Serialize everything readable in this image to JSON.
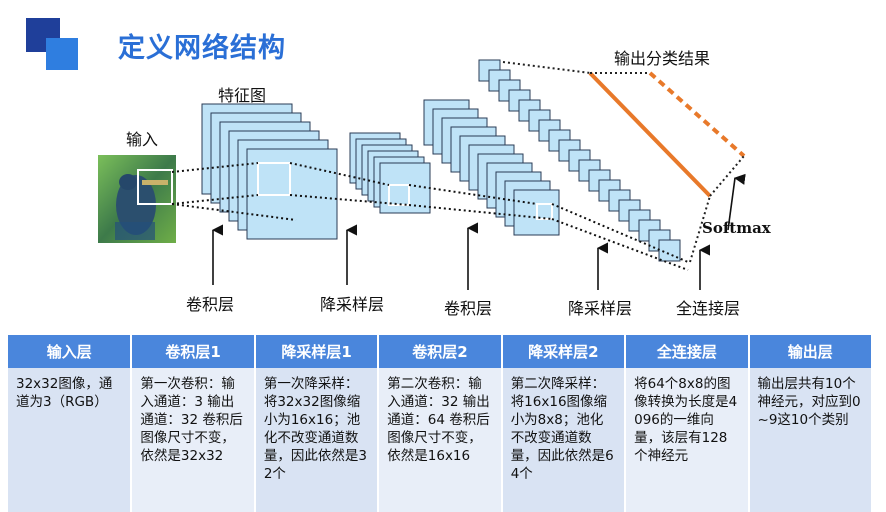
{
  "title": "定义网络结构",
  "labels": {
    "input": "输入",
    "feature_map": "特征图",
    "output_class": "输出分类结果",
    "softmax": "Softmax",
    "conv1": "卷积层",
    "pool1": "降采样层",
    "conv2": "卷积层",
    "pool2": "降采样层",
    "fc": "全连接层"
  },
  "table": {
    "headers": [
      "输入层",
      "卷积层1",
      "降采样层1",
      "卷积层2",
      "降采样层2",
      "全连接层",
      "输出层"
    ],
    "cells": [
      "32x32图像，通道为3（RGB）",
      "第一次卷积：输入通道：3 输出通道：32 卷积后图像尺寸不变，依然是32x32",
      "第一次降采样：将32x32图像缩小为16x16；池化不改变通道数量，因此依然是32个",
      "第二次卷积：输入通道：32 输出通道：64 卷积后图像尺寸不变，依然是16x16",
      "第二次降采样：将16x16图像缩小为8x8；池化不改变通道数量，因此依然是64个",
      "将64个8x8的图像转换为长度是4096的一维向量，该层有128个神经元",
      "输出层共有10个神经元，对应到0~9这10个类别"
    ]
  },
  "colors": {
    "title": "#2a6fd6",
    "map_fill": "#bfe3f7",
    "map_stroke": "#2a3b55",
    "fc_line": "#e8792a",
    "header_bg": "#4a86dc",
    "cell_bg": "#d9e3f3"
  }
}
